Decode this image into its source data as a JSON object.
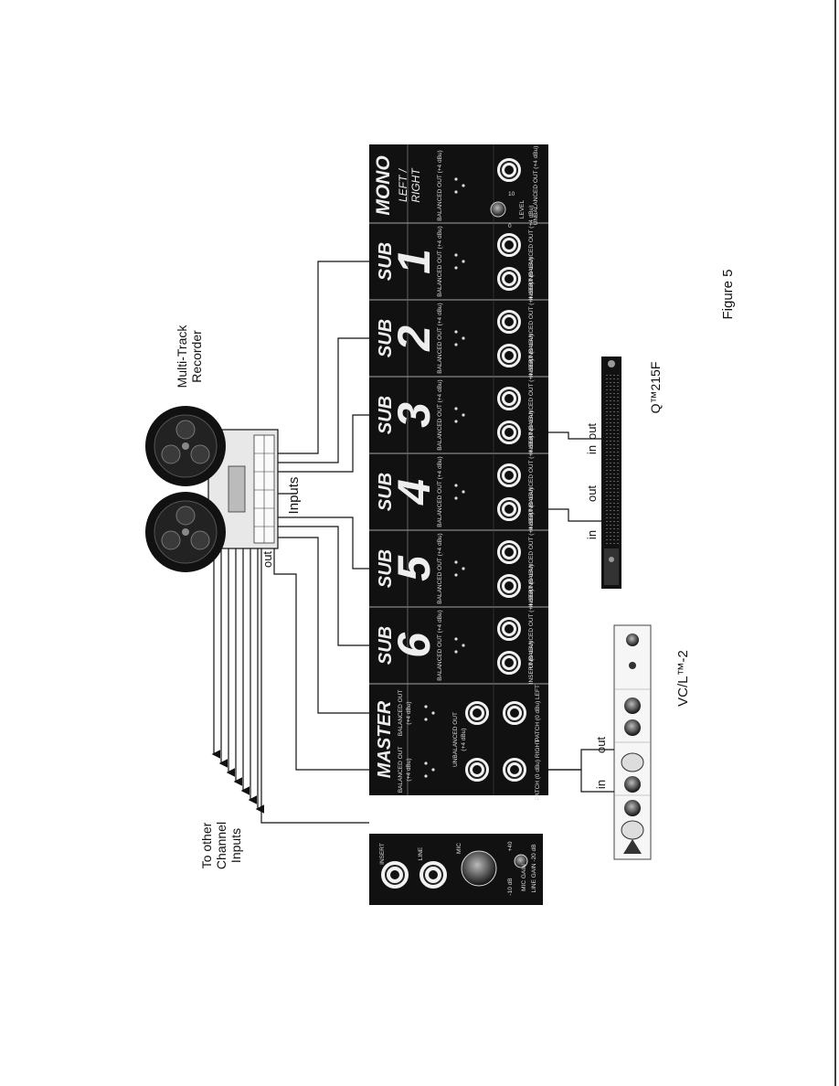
{
  "labels": {
    "multitrack": [
      "Multi-Track",
      "Recorder"
    ],
    "inputs": "Inputs",
    "out": "out",
    "to_other": [
      "To other",
      "Channel",
      "Inputs"
    ],
    "figure": "Figure 5",
    "qeq": "Q™215F",
    "vcl": "VC/L™-2",
    "in_label": "in",
    "out_label": "out"
  },
  "mixer": {
    "master": {
      "title": "MASTER",
      "bal_out": "BALANCED OUT",
      "bal_level": "(+4 dBu)",
      "unbal_out": "UNBALANCED OUT",
      "unbal_level": "(+4 dBu)",
      "patch_right": "PATCH (0 dBu) RIGHT",
      "patch_left": "PATCH (0 dBu) LEFT"
    },
    "subs": [
      {
        "title": "SUB",
        "number": "6"
      },
      {
        "title": "SUB",
        "number": "5"
      },
      {
        "title": "SUB",
        "number": "4"
      },
      {
        "title": "SUB",
        "number": "3"
      },
      {
        "title": "SUB",
        "number": "2"
      },
      {
        "title": "SUB",
        "number": "1"
      }
    ],
    "sub_labels": {
      "bal_out": "BALANCED OUT (+4 dBu)",
      "insert": "INSERT (0 dBu)",
      "unbal_out": "UNBALANCED OUT (+4 dBu)"
    },
    "mono": {
      "title": "MONO",
      "sub1": "LEFT /",
      "sub2": "RIGHT",
      "bal_out": "BALANCED OUT (+4 dBu)",
      "level": "LEVEL",
      "unbal_out": "UNBALANCED OUT (+4 dBu)",
      "scale_min": "0",
      "scale_max": "10"
    }
  },
  "channel": {
    "insert": "INSERT",
    "line": "LINE",
    "mic": "MIC",
    "gain_min": "+40",
    "gain_max": "-10 dB",
    "gain_label": "MIC GAIN",
    "line_gain": "LINE GAIN -20 dB"
  }
}
